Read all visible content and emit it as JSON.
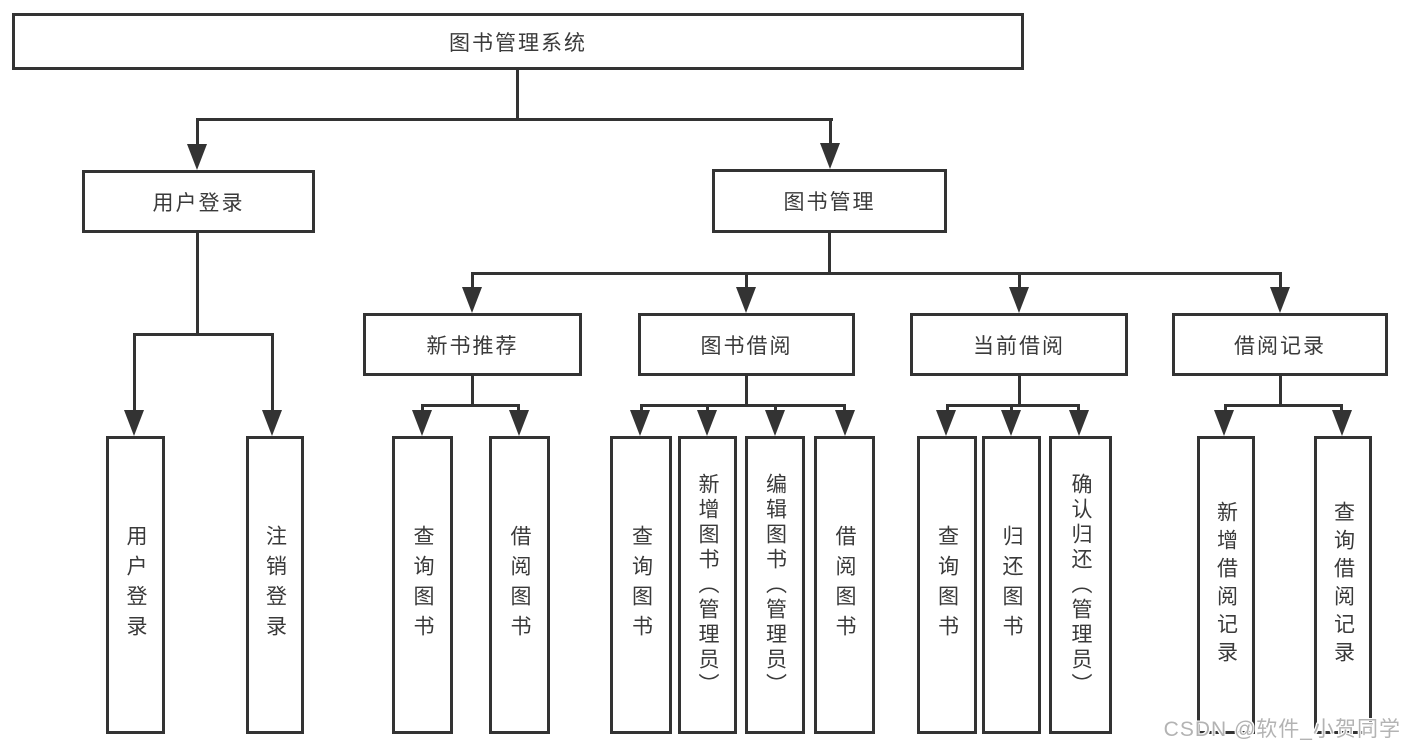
{
  "diagram": {
    "title": "图书管理系统",
    "root": {
      "label": "图书管理系统"
    },
    "level2": [
      {
        "label": "用户登录"
      },
      {
        "label": "图书管理"
      }
    ],
    "level3": [
      {
        "label": "新书推荐",
        "parent": "图书管理"
      },
      {
        "label": "图书借阅",
        "parent": "图书管理"
      },
      {
        "label": "当前借阅",
        "parent": "图书管理"
      },
      {
        "label": "借阅记录",
        "parent": "图书管理"
      }
    ],
    "leaves": [
      {
        "label": "用户登录",
        "parent": "用户登录"
      },
      {
        "label": "注销登录",
        "parent": "用户登录"
      },
      {
        "label": "查询图书",
        "parent": "新书推荐"
      },
      {
        "label": "借阅图书",
        "parent": "新书推荐"
      },
      {
        "label": "查询图书",
        "parent": "图书借阅"
      },
      {
        "label": "新增图书（管理员）",
        "parent": "图书借阅"
      },
      {
        "label": "编辑图书（管理员）",
        "parent": "图书借阅"
      },
      {
        "label": "借阅图书",
        "parent": "图书借阅"
      },
      {
        "label": "查询图书",
        "parent": "当前借阅"
      },
      {
        "label": "归还图书",
        "parent": "当前借阅"
      },
      {
        "label": "确认归还（管理员）",
        "parent": "当前借阅"
      },
      {
        "label": "新增借阅记录",
        "parent": "借阅记录"
      },
      {
        "label": "查询借阅记录",
        "parent": "借阅记录"
      }
    ]
  },
  "watermark": {
    "text": "CSDN @软件_小贺同学"
  },
  "colors": {
    "line": "#333333",
    "text": "#3a3a3a",
    "background": "#ffffff",
    "watermark": "#b3b3b3"
  }
}
